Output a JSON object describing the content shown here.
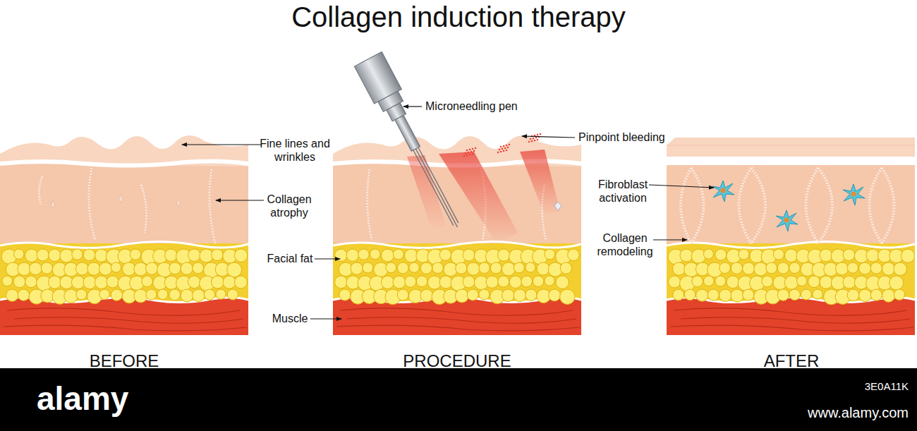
{
  "diagram": {
    "title": "Collagen induction therapy",
    "labels": [
      "Fine lines and wrinkles",
      "Collagen atrophy",
      "Facial fat",
      "Muscle",
      "Microneedling pen",
      "Pinpoint bleeding",
      "Fibroblast activation",
      "Collagen remodeling",
      "BEFORE",
      "PROCEDURE",
      "AFTER",
      "alamy",
      "3E0A11K",
      "www.alamy.com"
    ]
  }
}
